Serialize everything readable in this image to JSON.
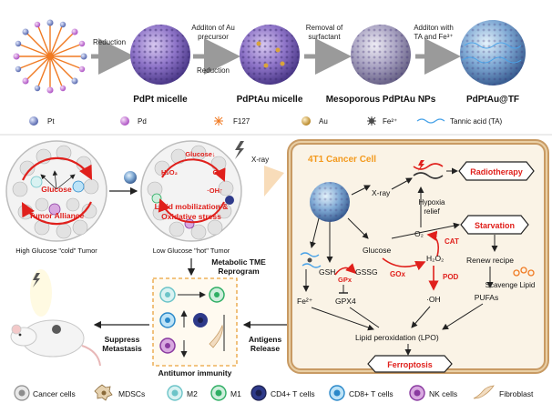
{
  "synthesis": {
    "step1": "Reduction",
    "step2_line1": "Additon of Au",
    "step2_line2": "precursor",
    "step2_sub": "Reduction",
    "step3_line1": "Removal of",
    "step3_line2": "surfactant",
    "step4_line1": "Additon with",
    "step4_line2": "TA and Fe³⁺",
    "np1": "PdPt micelle",
    "np2": "PdPtAu micelle",
    "np3": "Mesoporous PdPtAu NPs",
    "np4": "PdPtAu@TF"
  },
  "material_legend": [
    {
      "label": "Pt",
      "color": "#5f6fb0"
    },
    {
      "label": "Pd",
      "color": "#c36ad0"
    },
    {
      "label": "F127",
      "color": "#f07a22"
    },
    {
      "label": "Au",
      "color": "#d9a43a"
    },
    {
      "label": "Fe²⁺",
      "color": "#4a4a4a"
    },
    {
      "label": "Tannic acid (TA)",
      "color": "#4aa3e8"
    }
  ],
  "tumor": {
    "glucose": "Glucose",
    "alliance": "Tumor Alliance",
    "cold_caption": "High Glucose \"cold\" Tumor",
    "hot_glucose": "Glucose↓",
    "h2o2": "H₂O₂",
    "o2": "O₂↑",
    "oh": "·OH↑",
    "lipid_line1": "Lipid mobilization &",
    "lipid_line2": "Oxidative stress",
    "hot_caption": "Low Glucose \"hot\" Tumor",
    "xray": "X-ray",
    "tme_line1": "Metabolic TME",
    "tme_line2": "Reprogram"
  },
  "immunity": {
    "caption": "Antitumor immunity",
    "antigens_line1": "Antigens",
    "antigens_line2": "Release",
    "suppress_line1": "Suppress",
    "suppress_line2": "Metastasis"
  },
  "mechanism": {
    "title": "4T1 Cancer Cell",
    "xray": "X-ray",
    "radiotherapy": "Radiotherapy",
    "hypoxia_line1": "Hypoxia",
    "hypoxia_line2": "relief",
    "o2": "O₂",
    "cat": "CAT",
    "starvation": "Starvation",
    "glucose": "Glucose",
    "h2o2": "H₂O₂",
    "gox": "GOx",
    "pod": "POD",
    "renew": "Renew recipe",
    "scavenge": "Scavenge Lipid",
    "pufas": "PUFAs",
    "gsh": "GSH",
    "gpx_enzyme": "GPx",
    "gssg": "GSSG",
    "gpx4": "GPX4",
    "fe2": "Fe²⁺",
    "oh": "·OH",
    "lpo": "Lipid peroxidation (LPO)",
    "ferroptosis": "Ferroptosis"
  },
  "cell_legend": [
    {
      "label": "Cancer cells",
      "fill": "#e8e8e8",
      "core": "#8d8d8d"
    },
    {
      "label": "MDSCs",
      "fill": "#e6d2b0",
      "core": "#8a6a3a"
    },
    {
      "label": "M2",
      "fill": "#d9f2f2",
      "core": "#6cc4c8"
    },
    {
      "label": "M1",
      "fill": "#cfeedd",
      "core": "#2fae64"
    },
    {
      "label": "CD4+ T cells",
      "fill": "#2e3a8a",
      "core": "#1b1f4d"
    },
    {
      "label": "CD8+ T cells",
      "fill": "#bde3f7",
      "core": "#2a88c9"
    },
    {
      "label": "NK cells",
      "fill": "#d8a9e0",
      "core": "#8a3aa0"
    },
    {
      "label": "Fibroblast",
      "fill": "#f2dcc0",
      "core": "#c59a62"
    }
  ]
}
